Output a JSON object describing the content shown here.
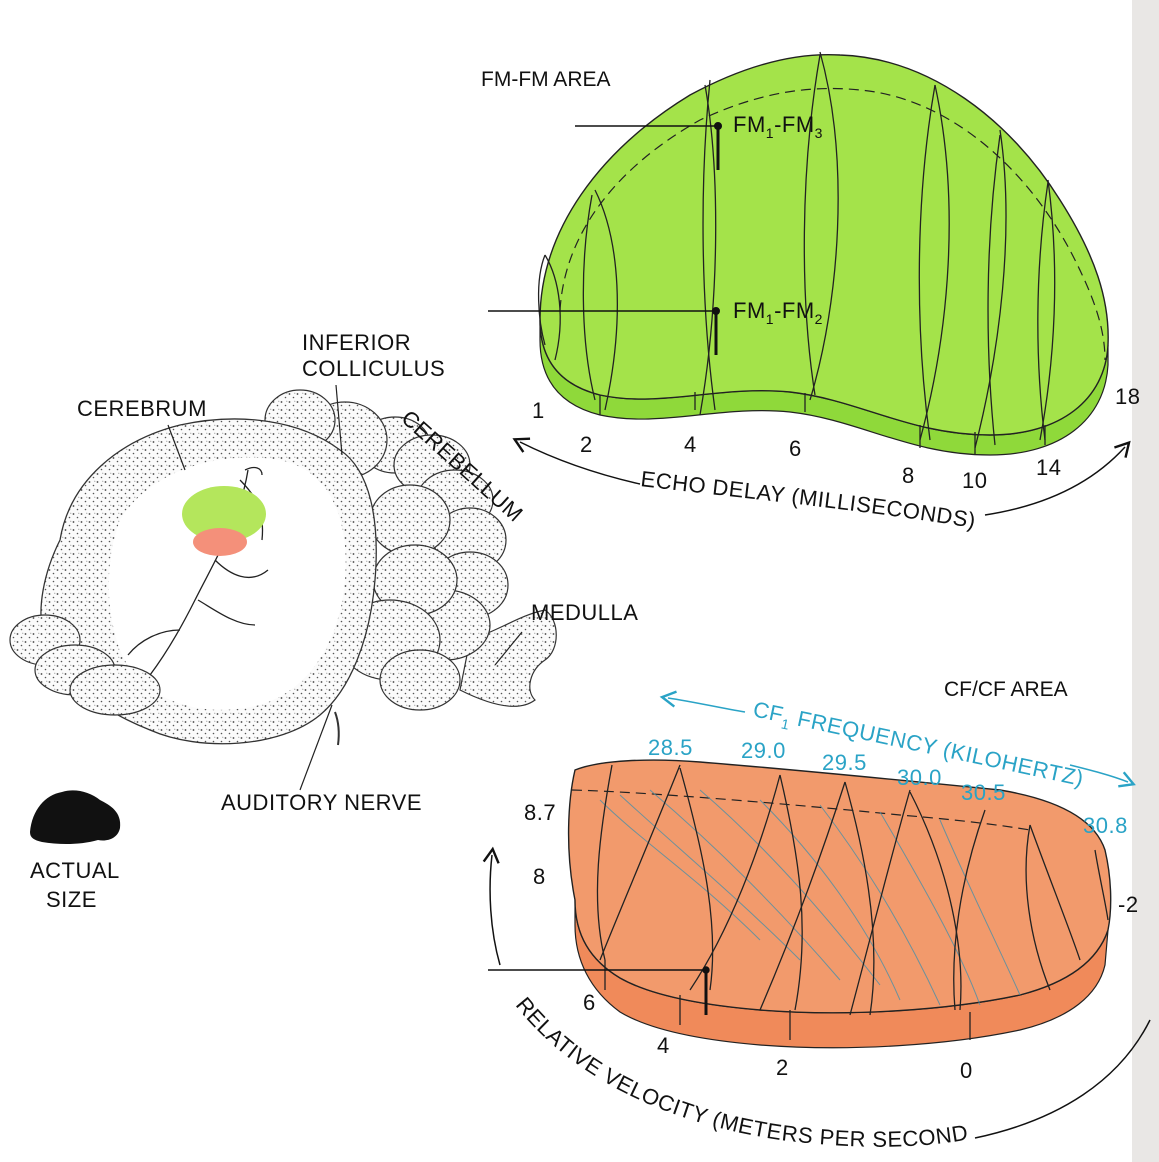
{
  "colors": {
    "fm_green": "#a4e34a",
    "fm_green_side": "#8fd93a",
    "cf_orange": "#f29a6c",
    "cf_orange_side": "#f08a5a",
    "blue_label": "#2aa3c6",
    "ink": "#111111"
  },
  "brain": {
    "labels": {
      "cerebrum": "CEREBRUM",
      "inferior": "INFERIOR",
      "colliculus": "COLLICULUS",
      "cerebellum": "CEREBELLUM",
      "medulla": "MEDULLA",
      "auditory_nerve": "AUDITORY NERVE"
    },
    "actual_size_line1": "ACTUAL",
    "actual_size_line2": "SIZE"
  },
  "fm_area": {
    "title": "FM-FM AREA",
    "label_fm13_main": "FM",
    "label_fm13_sub1": "1",
    "label_fm13_sep": "-FM",
    "label_fm13_sub2": "3",
    "label_fm12_main": "FM",
    "label_fm12_sub1": "1",
    "label_fm12_sep": "-FM",
    "label_fm12_sub2": "2",
    "axis_ticks": [
      "1",
      "2",
      "4",
      "6",
      "8",
      "10",
      "14",
      "18"
    ],
    "axis_title": "ECHO DELAY (MILLISECONDS)"
  },
  "cf_area": {
    "title": "CF/CF AREA",
    "freq_axis_title": "CF",
    "freq_axis_sub": "1",
    "freq_axis_rest": " FREQUENCY (KILOHERTZ)",
    "freq_ticks": [
      "28.5",
      "29.0",
      "29.5",
      "30.0",
      "30.5",
      "30.8"
    ],
    "velocity_ticks": [
      "8.7",
      "8",
      "6",
      "4",
      "2",
      "0",
      "-2"
    ],
    "velocity_axis_title": "RELATIVE VELOCITY (METERS PER SECOND)"
  }
}
